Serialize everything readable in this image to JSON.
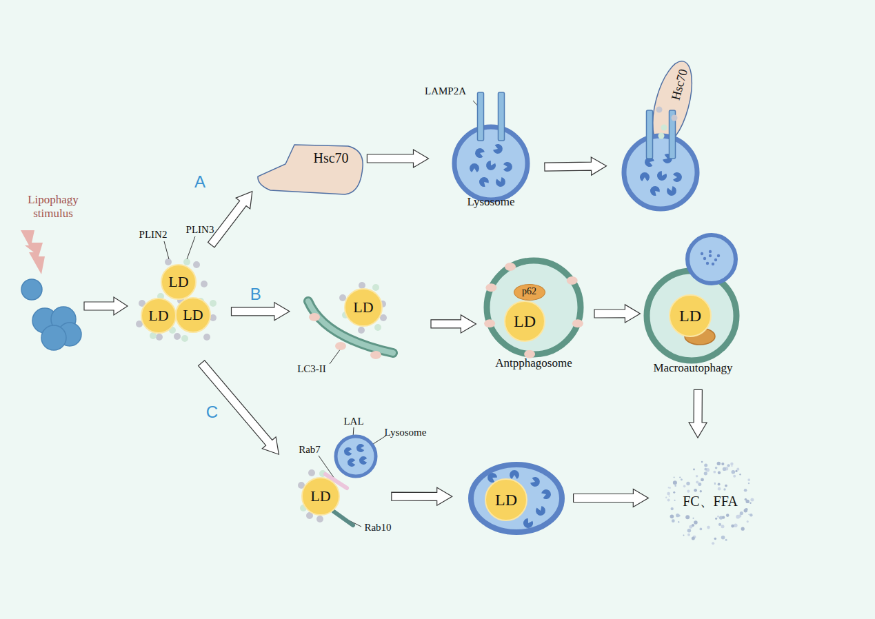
{
  "diagram": {
    "nodes": [
      {
        "text": [
          "LD"
        ]
      },
      {
        "text": [
          "LD"
        ]
      },
      {
        "text": [
          "LD"
        ]
      },
      {
        "text": [
          "Hsc70"
        ]
      },
      {
        "text": [
          "Lysosome"
        ]
      },
      {
        "text": [
          "Hsc70"
        ]
      },
      {
        "text": [
          "LD"
        ]
      },
      {
        "text": [
          "Antpphagosome"
        ]
      },
      {
        "text": [
          "p62"
        ],
        "in": 7
      },
      {
        "text": [
          "LD"
        ],
        "in": 7
      },
      {
        "text": [
          "Macroautophagy"
        ]
      },
      {
        "text": [
          "LD"
        ],
        "in": 10
      },
      {
        "text": [
          "LD"
        ]
      },
      {
        "text": [
          "LD"
        ]
      },
      {
        "text": [
          "FC、FFA"
        ]
      }
    ],
    "edges": [
      {
        "from": 0,
        "to": 3,
        "arrow": "to",
        "label": "A"
      },
      {
        "from": 3,
        "to": 4,
        "arrow": "to"
      },
      {
        "from": 4,
        "to": 5,
        "arrow": "to"
      },
      {
        "from": 2,
        "to": 6,
        "arrow": "to",
        "label": "B"
      },
      {
        "from": 6,
        "to": 7,
        "arrow": "to"
      },
      {
        "from": 7,
        "to": 10,
        "arrow": "to"
      },
      {
        "from": 10,
        "to": 14,
        "arrow": "to"
      },
      {
        "from": 1,
        "to": 12,
        "arrow": "to",
        "label": "C"
      },
      {
        "from": 12,
        "to": 13,
        "arrow": "to"
      },
      {
        "from": 13,
        "to": 14,
        "arrow": "to"
      }
    ],
    "labels": [
      "Lipophagy stimulus",
      "PLIN2",
      "PLIN3",
      "LAMP2A",
      "LC3-II",
      "LAL",
      "Lysosome",
      "Rab7",
      "Rab10"
    ]
  }
}
